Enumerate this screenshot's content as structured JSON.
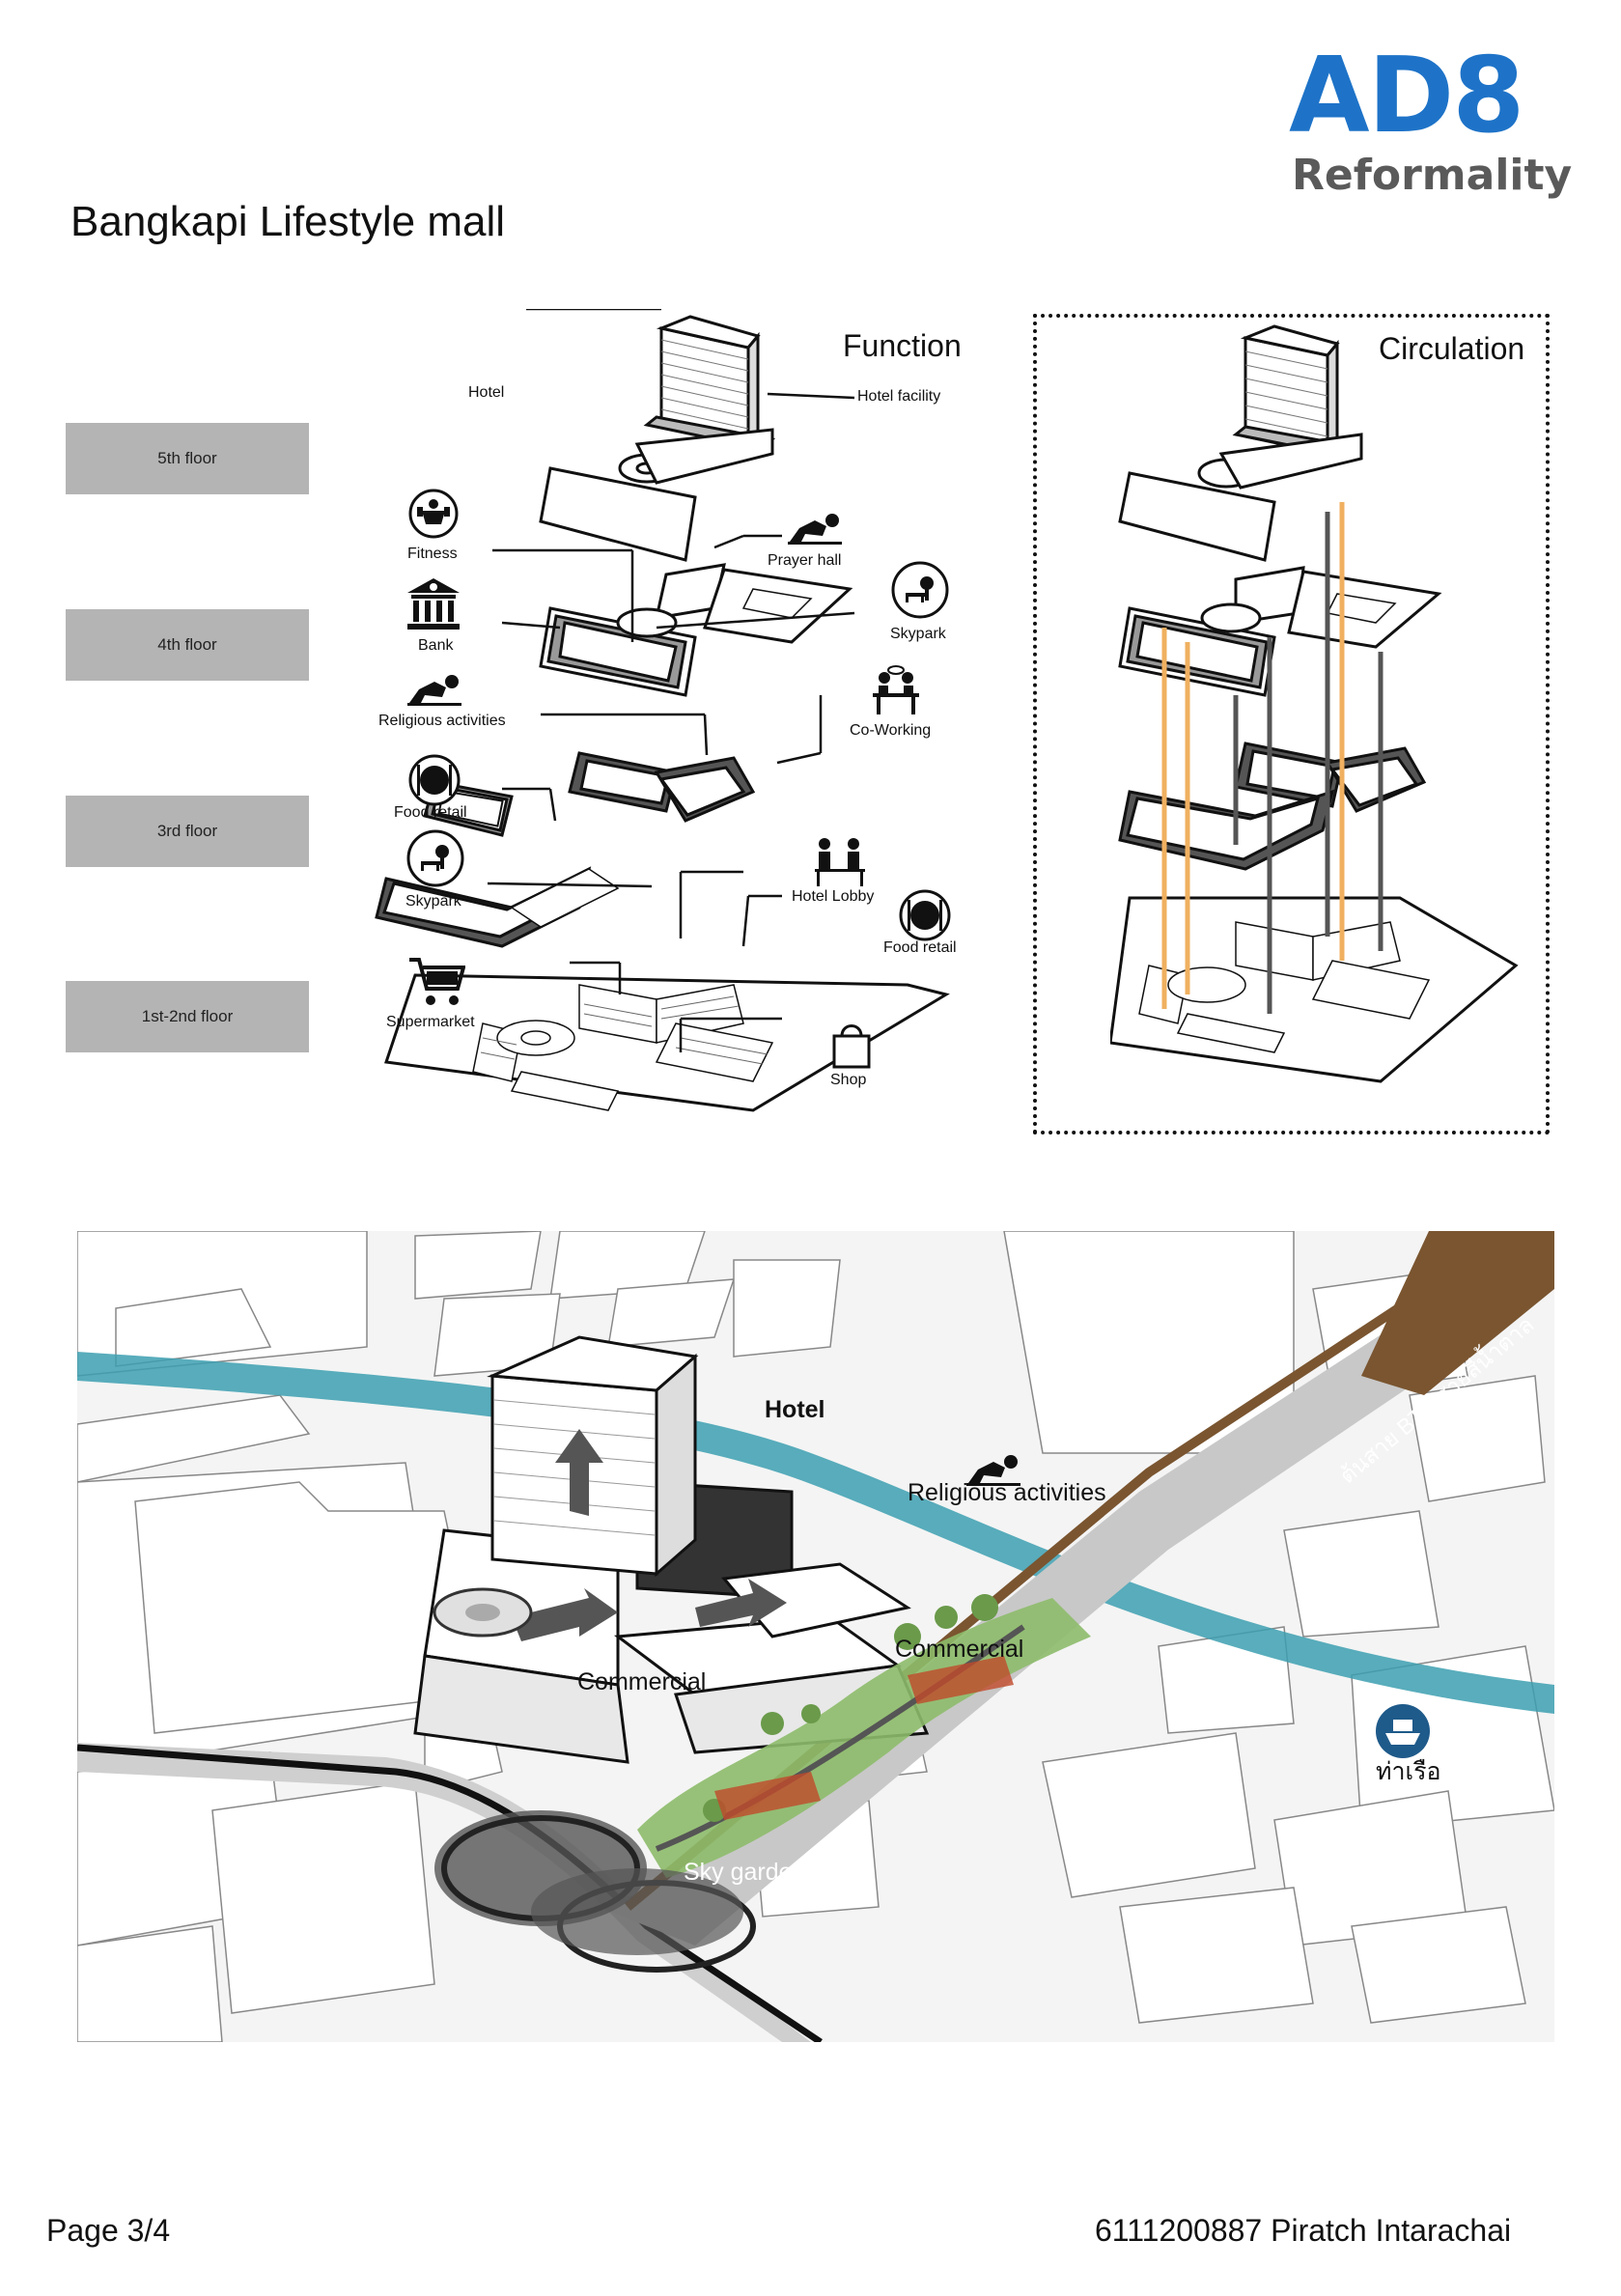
{
  "header": {
    "title": "Bangkapi Lifestyle mall",
    "logo_main": "AD8",
    "logo_sub": "Reformality",
    "brand_color": "#1e73c8"
  },
  "floors": [
    {
      "label": "5th floor"
    },
    {
      "label": "4th floor"
    },
    {
      "label": "3rd floor"
    },
    {
      "label": "1st-2nd floor"
    }
  ],
  "function_diagram": {
    "title": "Function",
    "labels": {
      "hotel": "Hotel",
      "hotel_facility": "Hotel facility",
      "fitness": "Fitness",
      "prayer_hall": "Prayer hall",
      "bank": "Bank",
      "skypark_4": "Skypark",
      "religious": "Religious activities",
      "coworking": "Co-Working",
      "food_retail_3": "Food retail",
      "skypark_3": "Skypark",
      "hotel_lobby": "Hotel Lobby",
      "food_retail_1": "Food retail",
      "supermarket": "Supermarket",
      "shop": "Shop"
    }
  },
  "circulation_diagram": {
    "title": "Circulation",
    "vertical_line_color": "#f0b060"
  },
  "site_plan": {
    "labels": {
      "hotel": "Hotel",
      "religious": "Religious activities",
      "commercial_left": "Commercial",
      "commercial_right": "Commercial",
      "sky_garden": "Sky garden",
      "bts": "ต้นสาย BTS สายสีน้ำตาล",
      "pier": "ท่าเรือ"
    },
    "water_color": "#3c9fb0",
    "bts_line_color": "#7a5530"
  },
  "footer": {
    "page": "Page 3/4",
    "author": "6111200887 Piratch Intarachai"
  }
}
